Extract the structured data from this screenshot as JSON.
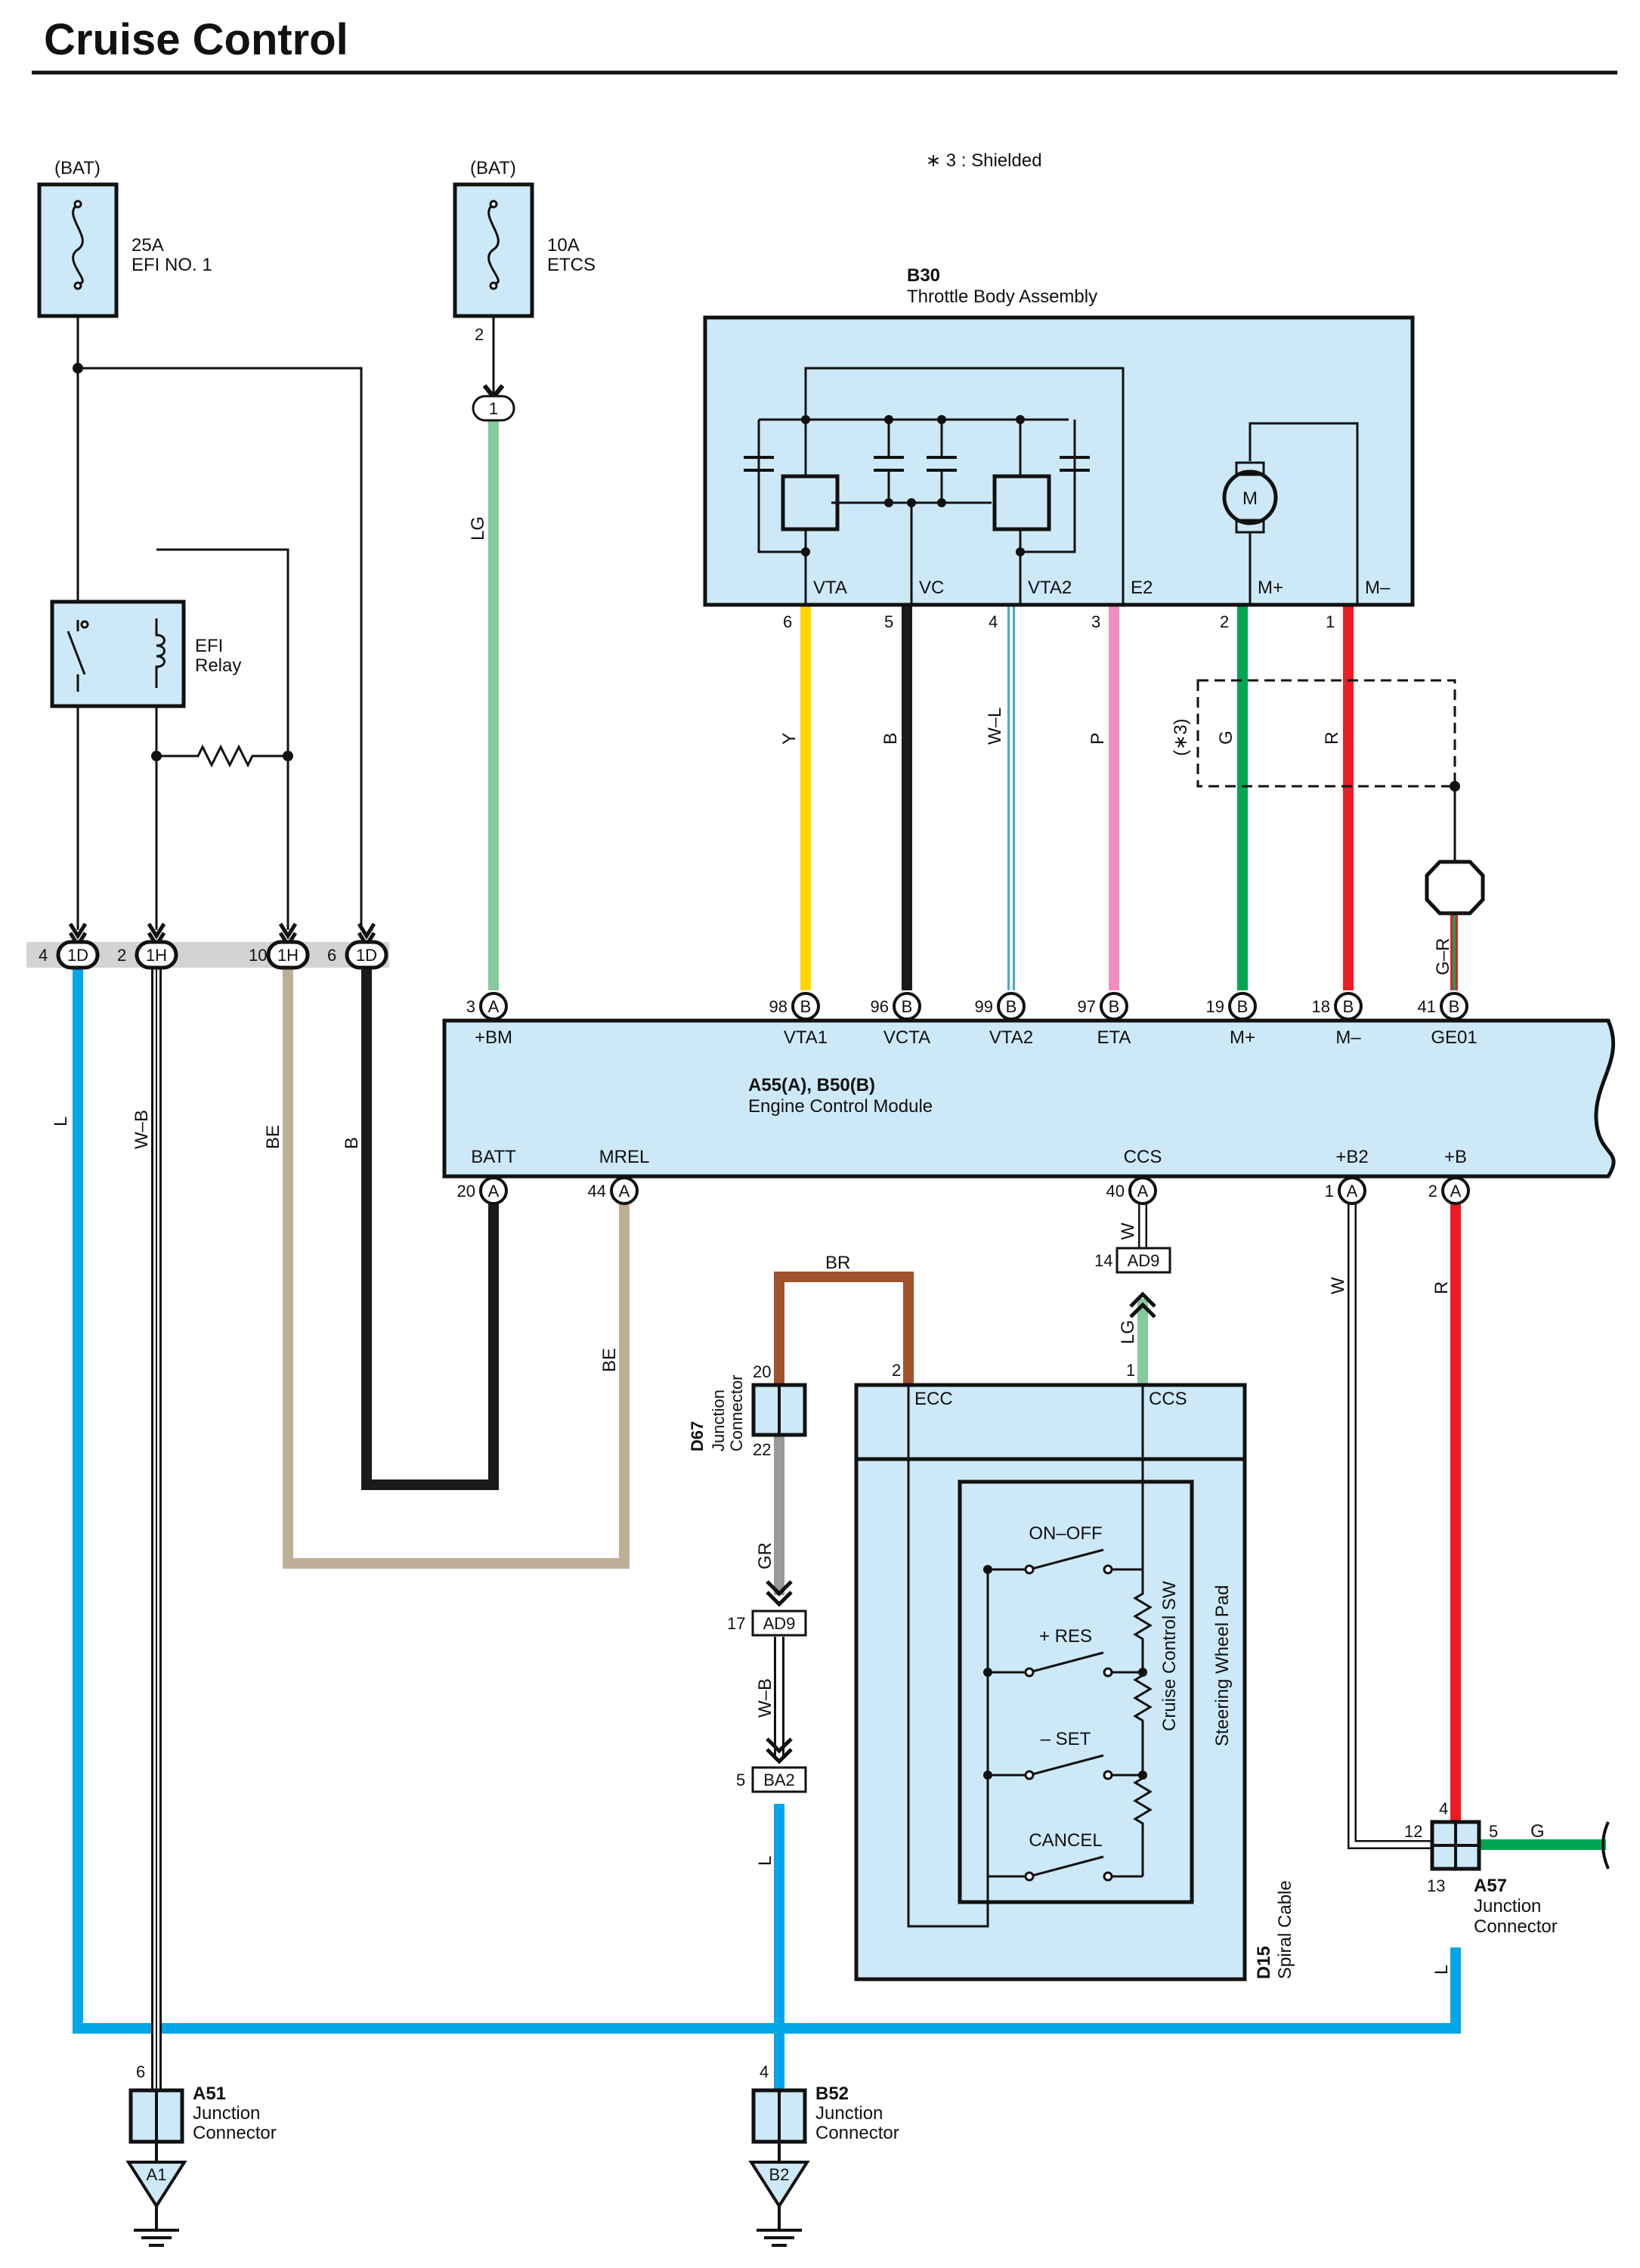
{
  "title": "Cruise Control",
  "note": "∗ 3 : Shielded",
  "power": {
    "bat_label": "(BAT)",
    "fuse1": {
      "amp": "25A",
      "name": "EFI NO. 1"
    },
    "fuse2": {
      "amp": "10A",
      "name": "ETCS",
      "pin": "2"
    },
    "relay": {
      "line1": "EFI",
      "line2": "Relay"
    }
  },
  "throttle": {
    "code": "B30",
    "name": "Throttle Body Assembly",
    "motor": "M",
    "terminals": [
      {
        "label": "VTA",
        "pin": "6",
        "wire": "Y"
      },
      {
        "label": "VC",
        "pin": "5",
        "wire": "B"
      },
      {
        "label": "VTA2",
        "pin": "4",
        "wire": "W–L"
      },
      {
        "label": "E2",
        "pin": "3",
        "wire": "P"
      },
      {
        "label": "M+",
        "pin": "2",
        "wire": "G"
      },
      {
        "label": "M–",
        "pin": "1",
        "wire": "R"
      }
    ],
    "shield_mark": "(∗3)"
  },
  "connector_1": "1",
  "wire_lg": "LG",
  "junction_row": [
    {
      "pin": "4",
      "conn": "1D",
      "wire": "L"
    },
    {
      "pin": "2",
      "conn": "1H",
      "wire": "W–B"
    },
    {
      "pin": "10",
      "conn": "1H",
      "wire": "BE"
    },
    {
      "pin": "6",
      "conn": "1D",
      "wire": "B"
    }
  ],
  "ecm": {
    "code": "A55(A), B50(B)",
    "name": "Engine Control Module",
    "top_pins": [
      {
        "pin": "3",
        "conn": "A",
        "label": "+BM"
      },
      {
        "pin": "98",
        "conn": "B",
        "label": "VTA1"
      },
      {
        "pin": "96",
        "conn": "B",
        "label": "VCTA"
      },
      {
        "pin": "99",
        "conn": "B",
        "label": "VTA2"
      },
      {
        "pin": "97",
        "conn": "B",
        "label": "ETA"
      },
      {
        "pin": "19",
        "conn": "B",
        "label": "M+"
      },
      {
        "pin": "18",
        "conn": "B",
        "label": "M–"
      },
      {
        "pin": "41",
        "conn": "B",
        "label": "GE01"
      }
    ],
    "bottom_pins": [
      {
        "pin": "20",
        "conn": "A",
        "label": "BATT"
      },
      {
        "pin": "44",
        "conn": "A",
        "label": "MREL"
      },
      {
        "pin": "40",
        "conn": "A",
        "label": "CCS"
      },
      {
        "pin": "1",
        "conn": "A",
        "label": "+B2"
      },
      {
        "pin": "2",
        "conn": "A",
        "label": "+B"
      }
    ],
    "ge01_wire": "G–R"
  },
  "lower_wires": {
    "ccs_w": "W",
    "mrel_be": "BE",
    "br": "BR",
    "b2_w": "W",
    "b_r": "R",
    "gr": "GR",
    "wb": "W–B",
    "l_left": "L",
    "l_mid": "L",
    "l_right": "L",
    "g": "G",
    "lg": "LG"
  },
  "ad9_top": {
    "pin": "14",
    "conn": "AD9"
  },
  "ad9_bottom": {
    "pin": "17",
    "conn": "AD9"
  },
  "ba2": {
    "pin": "5",
    "conn": "BA2"
  },
  "d67": {
    "code": "D67",
    "line1": "Junction",
    "line2": "Connector",
    "pin_top": "20",
    "pin_bottom": "22"
  },
  "d15": {
    "code": "D15",
    "cable": "Spiral Cable",
    "pad": "Steering Wheel Pad",
    "sw": "Cruise Control SW",
    "ecc": "ECC",
    "ccs": "CCS",
    "pin_ecc": "2",
    "pin_ccs": "1",
    "switches": [
      "ON–OFF",
      "+ RES",
      "– SET",
      "CANCEL"
    ]
  },
  "a57": {
    "code": "A57",
    "line1": "Junction",
    "line2": "Connector",
    "pin_top": "4",
    "pin_left": "12",
    "pin_right": "5",
    "pin_bottom": "13"
  },
  "a51": {
    "code": "A51",
    "line1": "Junction",
    "line2": "Connector",
    "pin": "6",
    "ground": "A1"
  },
  "b52": {
    "code": "B52",
    "line1": "Junction",
    "line2": "Connector",
    "pin": "4",
    "ground": "B2"
  },
  "colors": {
    "fill": "#cde9f8",
    "L": "#00a6e8",
    "LG": "#86c99e",
    "Y": "#ffd600",
    "B": "#1a1a1a",
    "WL": "#4aa8d8",
    "P": "#f08fbf",
    "G": "#00a651",
    "R": "#ed1c24",
    "BE": "#bfae97",
    "BR": "#a0522d",
    "GR": "#999999"
  }
}
